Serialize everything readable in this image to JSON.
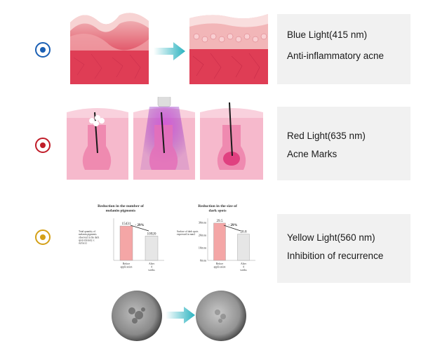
{
  "rows": [
    {
      "color": "#1a5fb4",
      "title": "Blue Light(415 nm)",
      "subtitle": "Anti-inflammatory acne"
    },
    {
      "color": "#c01c28",
      "title": "Red Light(635 nm)",
      "subtitle": "Acne Marks"
    },
    {
      "color": "#d4a017",
      "title": "Yellow Light(560 nm)",
      "subtitle": "Inhibition of recurrence"
    }
  ],
  "chart_data": [
    {
      "type": "bar",
      "title": "Reduction in the number of melanin pigments",
      "ylabel": "Total quantity of melanin pigments observed in the dark spots (density x surface)",
      "categories": [
        "Before application",
        "After 4 weeks"
      ],
      "values": [
        15431,
        10920
      ],
      "change_label": "- 29%",
      "ylim": [
        0,
        17000
      ],
      "colors": [
        "#f4a6a6",
        "#e6e6e6"
      ]
    },
    {
      "type": "bar",
      "title": "Reduction in the size of dark spots",
      "ylabel": "Surface of dark spots expressed in mm2",
      "yticks": [
        "30mm",
        "20mm",
        "10mm",
        "0mm"
      ],
      "categories": [
        "Before application",
        "After 4 weeks"
      ],
      "values": [
        29.5,
        20.8
      ],
      "change_label": "- 29%",
      "ylim": [
        0,
        30
      ],
      "colors": [
        "#f4a6a6",
        "#e6e6e6"
      ]
    }
  ]
}
